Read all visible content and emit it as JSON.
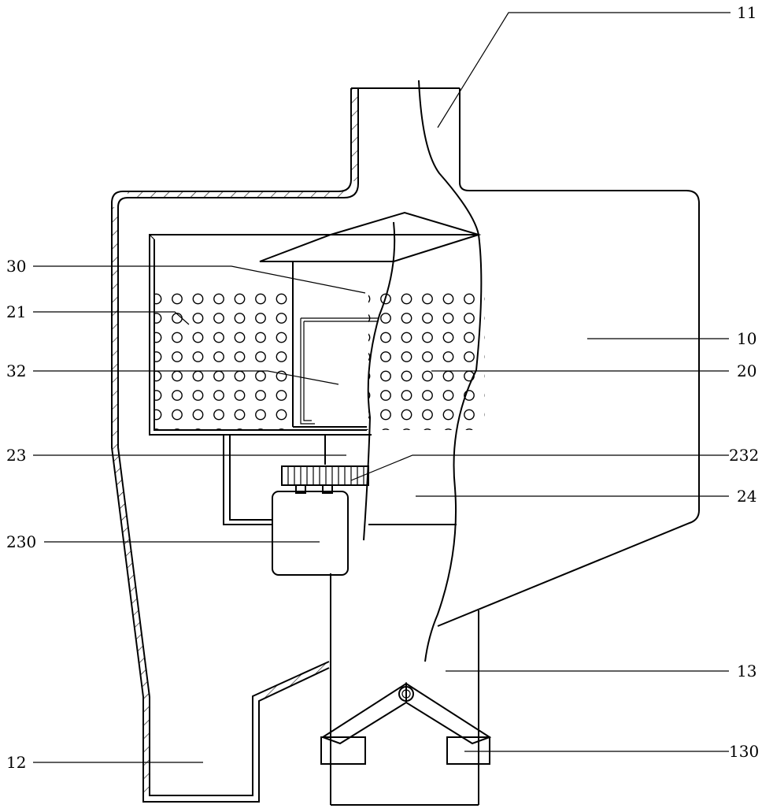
{
  "figure": {
    "labels": {
      "11": "11",
      "30": "30",
      "21": "21",
      "10": "10",
      "32": "32",
      "20": "20",
      "23": "23",
      "232": "232",
      "24": "24",
      "230": "230",
      "13": "13",
      "12": "12",
      "130": "130"
    }
  }
}
